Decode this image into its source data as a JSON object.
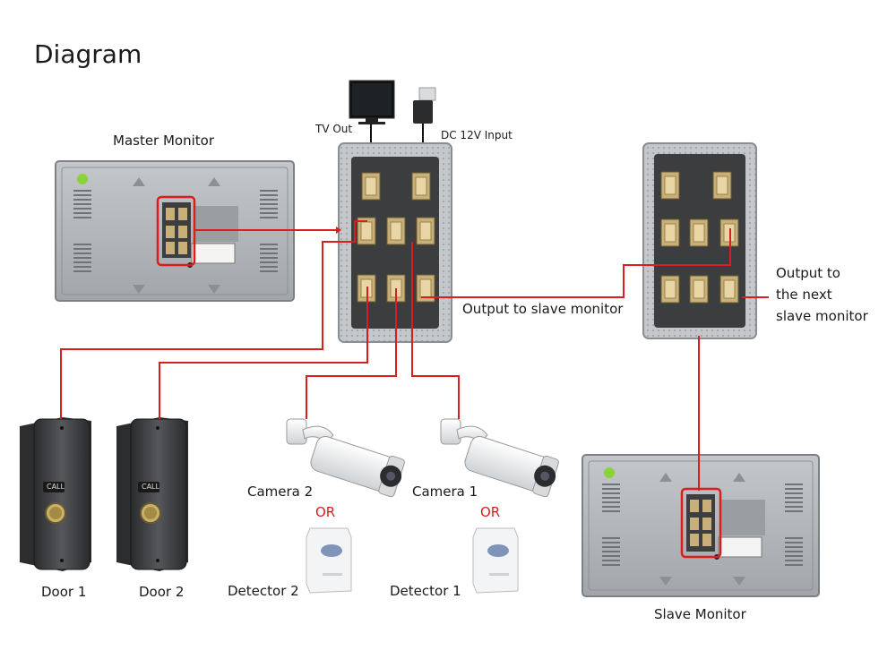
{
  "title": "Diagram",
  "labels": {
    "master_monitor": "Master Monitor",
    "tv_out": "TV Out",
    "dc_input": "DC 12V Input",
    "output_slave": "Output to slave monitor",
    "output_next_1": "Output to",
    "output_next_2": "the next",
    "output_next_3": "slave monitor",
    "camera2": "Camera 2",
    "camera1": "Camera 1",
    "or": "OR",
    "detector2": "Detector 2",
    "detector1": "Detector 1",
    "door1": "Door 1",
    "door2": "Door 2",
    "slave_monitor": "Slave Monitor",
    "call": "CALL"
  },
  "colors": {
    "wire": "#d81e1e",
    "board": "#b8bcc0",
    "monitor": "#aeb2b6"
  }
}
